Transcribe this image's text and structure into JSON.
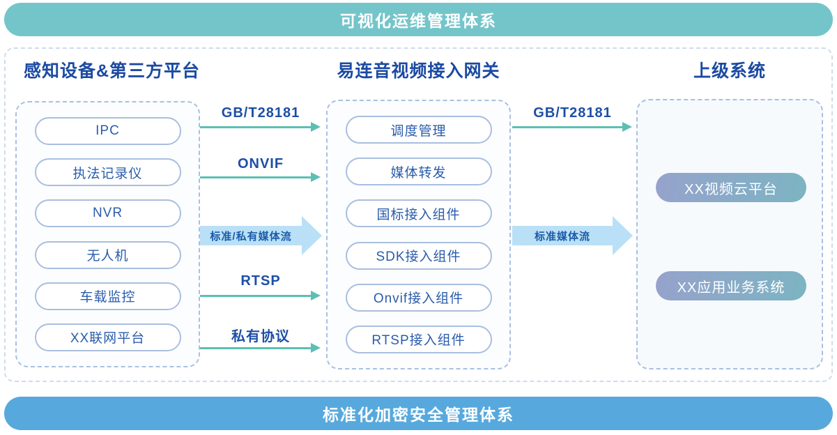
{
  "banners": {
    "top": "可视化运维管理体系",
    "bottom": "标准化加密安全管理体系"
  },
  "columns": {
    "left": {
      "title": "感知设备&第三方平台",
      "items": [
        "IPC",
        "执法记录仪",
        "NVR",
        "无人机",
        "车载监控",
        "XX联网平台"
      ]
    },
    "middle": {
      "title": "易连音视频接入网关",
      "items": [
        "调度管理",
        "媒体转发",
        "国标接入组件",
        "SDK接入组件",
        "Onvif接入组件",
        "RTSP接入组件"
      ]
    },
    "right": {
      "title": "上级系统",
      "items": [
        "XX视频云平台",
        "XX应用业务系统"
      ]
    }
  },
  "flows": {
    "left_to_middle": [
      {
        "label": "GB/T28181",
        "type": "line-arrow"
      },
      {
        "label": "ONVIF",
        "type": "line-arrow"
      },
      {
        "label": "标准/私有媒体流",
        "type": "block-arrow"
      },
      {
        "label": "RTSP",
        "type": "line-arrow"
      },
      {
        "label": "私有协议",
        "type": "line-arrow"
      }
    ],
    "middle_to_right": [
      {
        "label": "GB/T28181",
        "type": "line-arrow"
      },
      {
        "label": "标准媒体流",
        "type": "block-arrow"
      }
    ]
  },
  "colors": {
    "top_banner": "#74c5ca",
    "bottom_banner": "#57a9dd",
    "heading_text": "#1b4aa2",
    "node_border": "#a9bede",
    "node_text": "#2a5cab",
    "group_dashed_border": "#a9bfe2",
    "outer_dashed_border": "#cfdbec",
    "arrow_teal": "#5cbfb4",
    "block_arrow_fill": "#b9e0f6",
    "block_arrow_text": "#1c5ba8",
    "gradient_pill_from": "#96a2cc",
    "gradient_pill_to": "#7cb4c2"
  }
}
